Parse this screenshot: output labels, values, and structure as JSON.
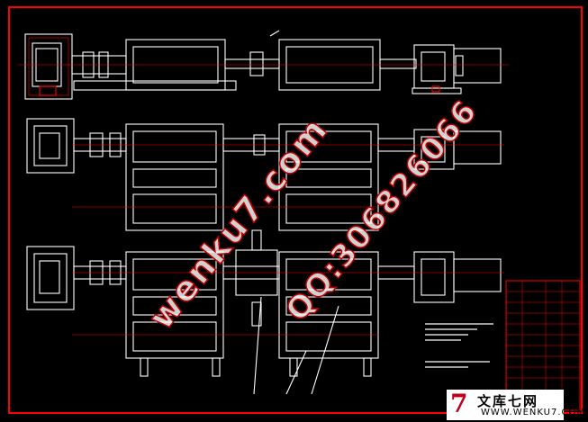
{
  "drawing": {
    "border_color": "#ff0000",
    "line_color": "#ffffff",
    "background": "#000000",
    "title_block_color": "#ff0000"
  },
  "watermarks": {
    "site": "wenku7.com",
    "qq": "QQ:306826066"
  },
  "brand": {
    "seven_glyph": "7",
    "name_cn": "文库七网",
    "url": "WWW.WENKU7.COM",
    "accent": "#c0001a"
  }
}
